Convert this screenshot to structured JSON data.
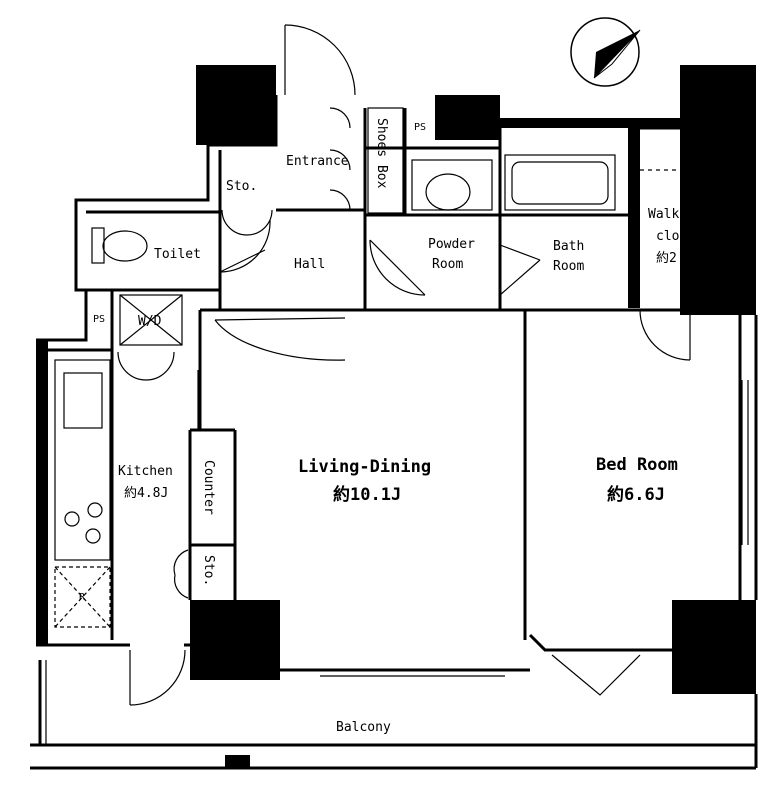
{
  "rooms": {
    "entrance": "Entrance",
    "sto_top": "Sto.",
    "shoes_box": "Shoes Box",
    "ps_top": "PS",
    "toilet": "Toilet",
    "hall": "Hall",
    "powder_line1": "Powder",
    "powder_line2": "Room",
    "bath_line1": "Bath",
    "bath_line2": "Room",
    "walkin_line1": "Walk-in",
    "walkin_line2": "closet",
    "walkin_area": "約2.0J",
    "ps_left": "PS",
    "wd": "W/D",
    "kitchen": "Kitchen",
    "kitchen_area": "約4.8J",
    "counter": "Counter",
    "sto_bottom": "Sto.",
    "fridge": "R",
    "living_name": "Living-Dining",
    "living_area": "約10.1J",
    "bed_name": "Bed Room",
    "bed_area": "約6.6J",
    "balcony": "Balcony"
  },
  "colors": {
    "wall": "#000000",
    "background": "#ffffff"
  },
  "icons": [
    "north-arrow-icon"
  ]
}
